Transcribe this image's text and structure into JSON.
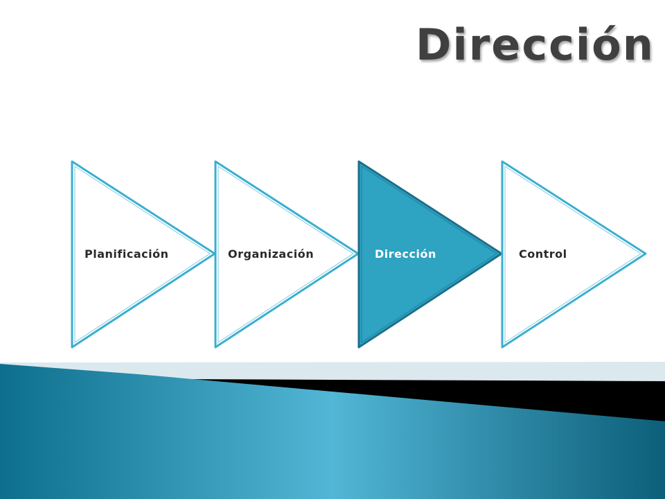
{
  "slide": {
    "title": "Dirección"
  },
  "process": {
    "steps": [
      {
        "label": "Planificación",
        "active": false
      },
      {
        "label": "Organización",
        "active": false
      },
      {
        "label": "Dirección",
        "active": true
      },
      {
        "label": "Control",
        "active": false
      }
    ]
  },
  "colors": {
    "accent": "#2ea3c2",
    "accent_dark": "#1c6f8a",
    "outline": "#3aaed0",
    "text_dark": "#404040",
    "band_light": "#dbe9ef",
    "band_dark": "#000000"
  }
}
